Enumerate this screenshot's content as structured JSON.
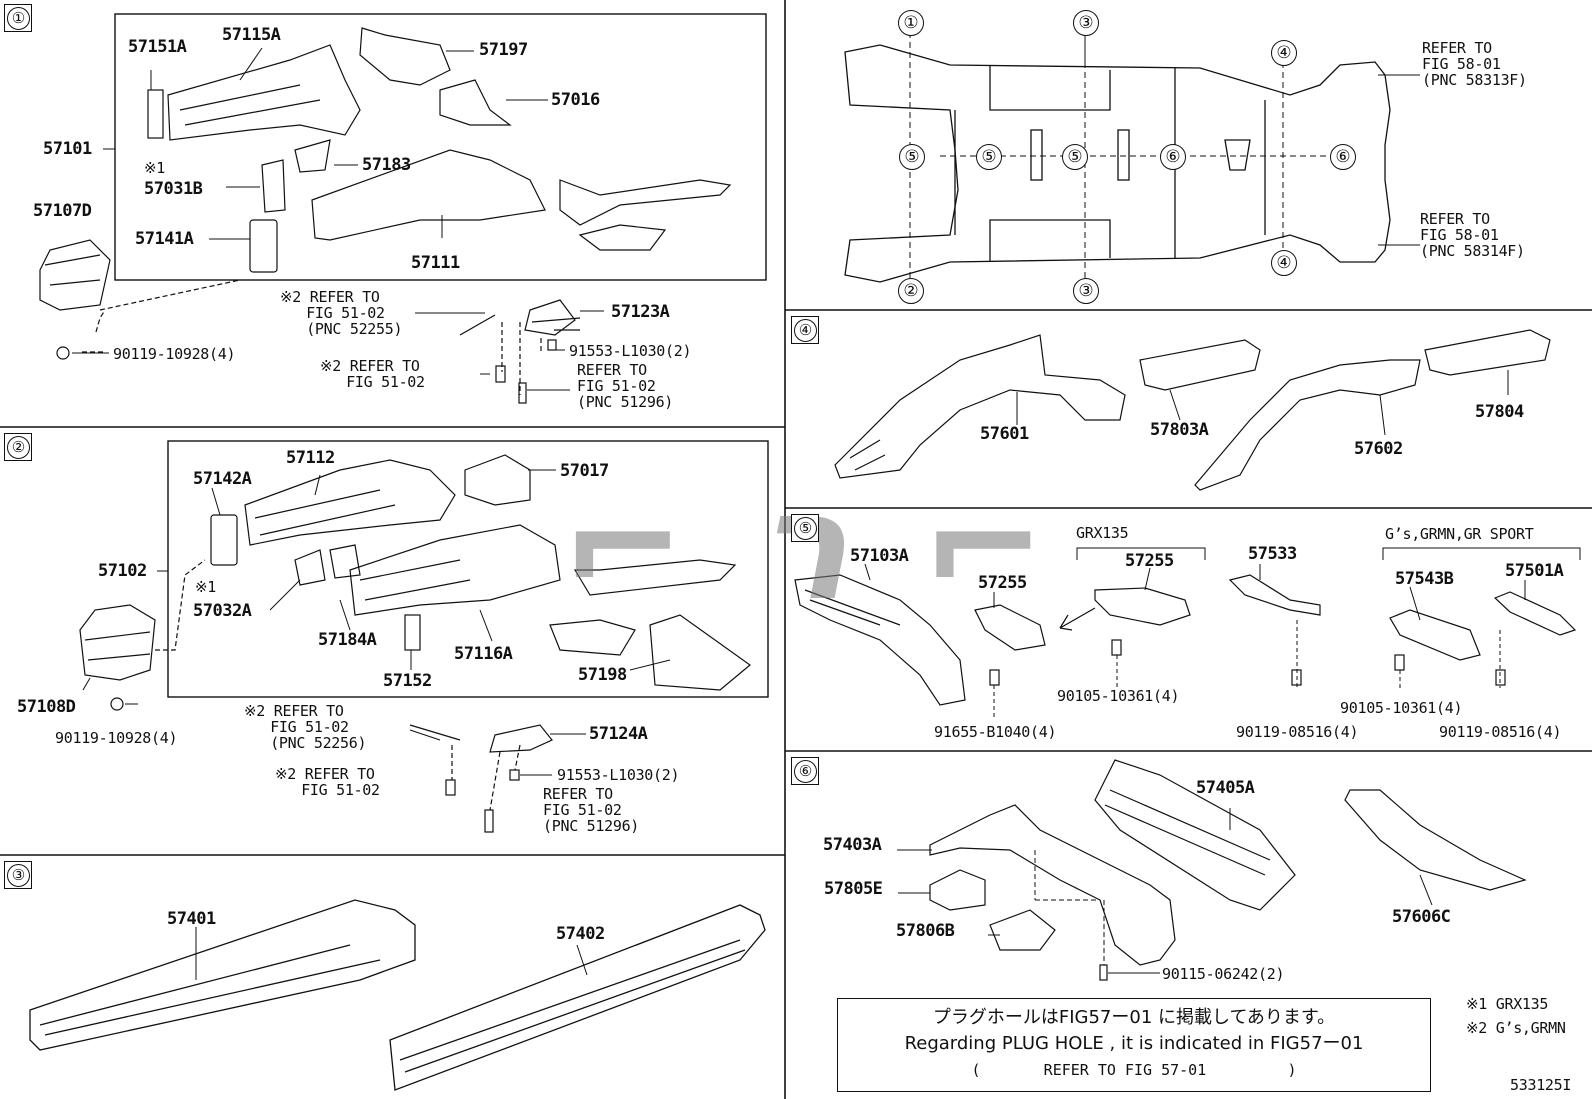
{
  "sections": {
    "s1": "①",
    "s2": "②",
    "s3": "③",
    "s4": "④",
    "s5": "⑤",
    "s6": "⑥"
  },
  "overview": {
    "markers": {
      "m1": "①",
      "m2": "②",
      "m3a": "③",
      "m3b": "③",
      "m4a": "④",
      "m4b": "④",
      "m5a": "⑤",
      "m5b": "⑤",
      "m5c": "⑤",
      "m6a": "⑥",
      "m6b": "⑥"
    },
    "ref_top": "REFER TO\nFIG 58-01\n(PNC 58313F)",
    "ref_bottom": "REFER TO\nFIG 58-01\n(PNC 58314F)"
  },
  "s1": {
    "p57151A": "57151A",
    "p57115A": "57115A",
    "p57197": "57197",
    "p57016": "57016",
    "p57101": "57101",
    "note1": "※1",
    "p57031B": "57031B",
    "p57183": "57183",
    "p57107D": "57107D",
    "p57141A": "57141A",
    "p57111": "57111",
    "ref1": "※2 REFER TO\n   FIG 51-02\n   (PNC 52255)",
    "p57123A": "57123A",
    "bolt1": "90119-10928(4)",
    "bolt2": "91553-L1030(2)",
    "ref2": "※2 REFER TO\n   FIG 51-02",
    "ref3": "REFER TO\nFIG 51-02\n(PNC 51296)"
  },
  "s2": {
    "p57142A": "57142A",
    "p57112": "57112",
    "p57017": "57017",
    "p57102": "57102",
    "note1": "※1",
    "p57032A": "57032A",
    "p57184A": "57184A",
    "p57152": "57152",
    "p57116A": "57116A",
    "p57198": "57198",
    "p57108D": "57108D",
    "bolt1": "90119-10928(4)",
    "ref1": "※2 REFER TO\n   FIG 51-02\n   (PNC 52256)",
    "p57124A": "57124A",
    "ref2": "※2 REFER TO\n   FIG 51-02",
    "bolt2": "91553-L1030(2)",
    "ref3": "REFER TO\nFIG 51-02\n(PNC 51296)"
  },
  "s3": {
    "p57401": "57401",
    "p57402": "57402"
  },
  "s4": {
    "p57601": "57601",
    "p57803A": "57803A",
    "p57602": "57602",
    "p57804": "57804"
  },
  "s5": {
    "grx": "GRX135",
    "gs": "G’s,GRMN,GR SPORT",
    "p57103A": "57103A",
    "p57255a": "57255",
    "p57255b": "57255",
    "p57533": "57533",
    "p57543B": "57543B",
    "p57501A": "57501A",
    "bolt1": "91655-B1040(4)",
    "bolt2": "90105-10361(4)",
    "bolt3": "90119-08516(4)",
    "bolt4": "90105-10361(4)",
    "bolt5": "90119-08516(4)"
  },
  "s6": {
    "p57405A": "57405A",
    "p57403A": "57403A",
    "p57805E": "57805E",
    "p57806B": "57806B",
    "p57606C": "57606C",
    "bolt1": "90115-06242(2)"
  },
  "note": {
    "jp": "プラグホールはFIG57ー01 に掲載してあります。",
    "en": "Regarding PLUG HOLE , it is indicated in FIG57ー01",
    "refer": "(       REFER TO FIG 57-01         )"
  },
  "footnotes": {
    "n1": "※1 GRX135",
    "n2": "※2 G’s,GRMN"
  },
  "figure_code": "533125I"
}
